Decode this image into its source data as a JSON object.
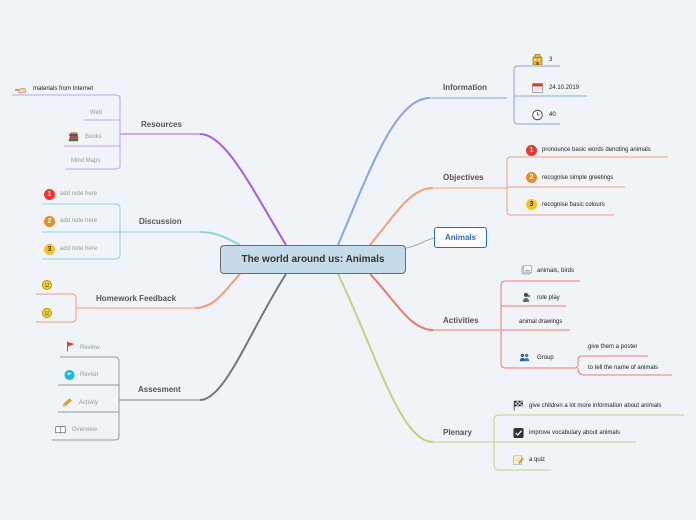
{
  "center": "The world around us: Animals",
  "floating": "Animals",
  "information": {
    "title": "Information",
    "items": [
      "3",
      "24.10.2019",
      "40"
    ],
    "icons": [
      "building-icon",
      "calendar-icon",
      "clock-icon"
    ]
  },
  "objectives": {
    "title": "Objectives",
    "items": [
      "pronounce basic words denoting animals",
      "recognise simple greetings",
      "recognise basic colours"
    ],
    "markers": [
      "1",
      "2",
      "3"
    ]
  },
  "activities": {
    "title": "Activities",
    "items": [
      "animals, birds",
      "role play",
      "animal drawings",
      "Group"
    ],
    "group_items": [
      "give them a poster",
      "to tell the name of animals"
    ]
  },
  "plenary": {
    "title": "Plenary",
    "items": [
      "give children a lot more information about animals",
      "improve vocabulary about animals",
      "a quiz"
    ]
  },
  "resources": {
    "title": "Resources",
    "items": [
      "materials from Internet",
      "Web",
      "Books",
      "Mind Maps"
    ]
  },
  "discussion": {
    "title": "Discussion",
    "items": [
      "add note here",
      "add note here",
      "add note here"
    ],
    "markers": [
      "1",
      "2",
      "3"
    ]
  },
  "homework": {
    "title": "Homework Feedback"
  },
  "assessment": {
    "title": "Assesment",
    "items": [
      "Review",
      "Revisit",
      "Activity",
      "Overview"
    ]
  },
  "colors": {
    "information": "#8aa6df",
    "objectives": "#f5a07a",
    "activities": "#ef7a6b",
    "plenary": "#b8d97a",
    "resources": "#a45cf0",
    "discussion": "#8fd5e0",
    "homework": "#f59a7a",
    "assessment": "#777777",
    "floating": "#2a6cb5"
  }
}
